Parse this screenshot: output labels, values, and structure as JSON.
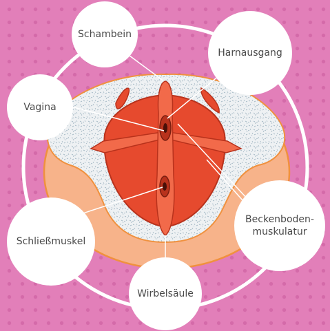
{
  "labels": {
    "schambein": "Schambein",
    "harnausgang": "Harnausgang",
    "vagina": "Vagina",
    "schliessmuskel": "Schließmuskel",
    "beckenboden_line1": "Beckenboden-",
    "beckenboden_line2": "muskulatur",
    "wirbelsaeule": "Wirbelsäule"
  },
  "colors": {
    "background": "#e27fb9",
    "background_dots": "#d46aa9",
    "skin": "#f7b38a",
    "skin_outline": "#f0913e",
    "pelvic_bone_fill": "#eef1f3",
    "muscle": "#e64a2e",
    "muscle_dark": "#b8321c",
    "muscle_light": "#f26a4a",
    "label_circle": "#ffffff",
    "label_text": "#4a4a4a"
  }
}
